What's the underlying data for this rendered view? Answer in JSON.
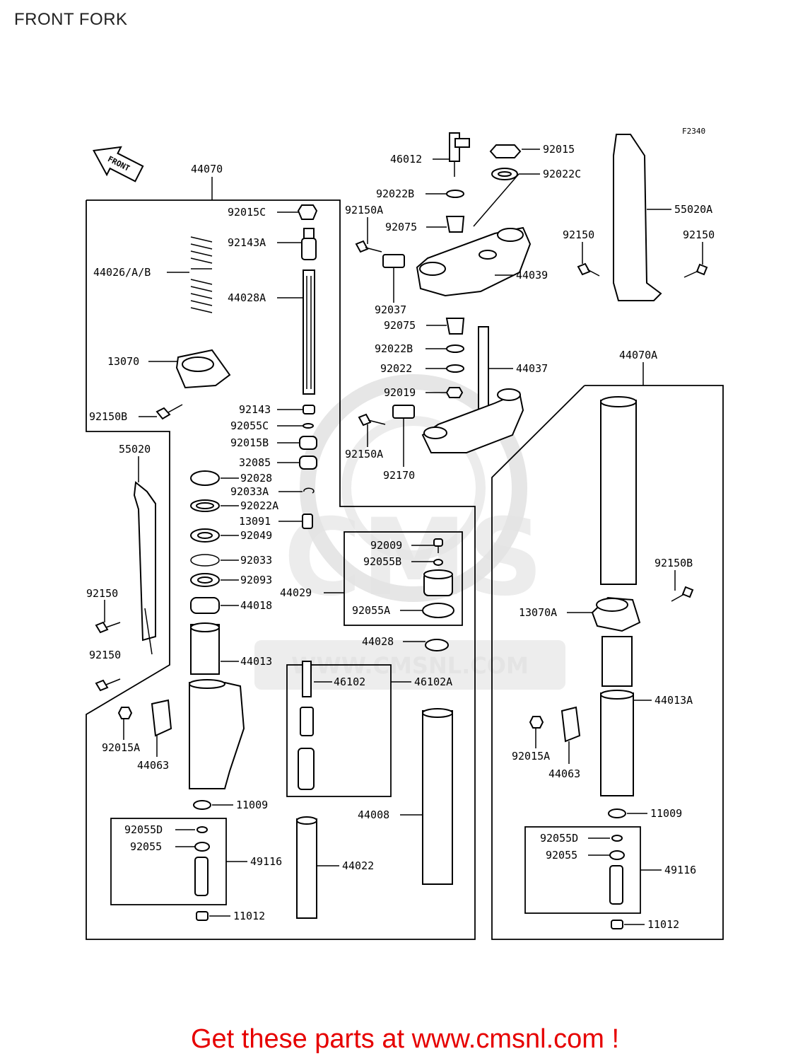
{
  "page": {
    "title": "FRONT FORK",
    "diagram_ref": "F2340",
    "footer": "Get these parts at www.cmsnl.com !",
    "watermark": "WWW.CMSNL.COM",
    "front_arrow": "FRONT",
    "colors": {
      "footer": "#e60000",
      "lines": "#000000",
      "watermark": "#e4e4e4"
    }
  },
  "labels": {
    "l_44070": "44070",
    "l_92015C": "92015C",
    "l_92143A": "92143A",
    "l_44026": "44026/A/B",
    "l_44028A": "44028A",
    "l_13070": "13070",
    "l_92150B_l": "92150B",
    "l_92143": "92143",
    "l_92055C": "92055C",
    "l_92015B": "92015B",
    "l_32085": "32085",
    "l_92028": "92028",
    "l_92033A": "92033A",
    "l_92022A": "92022A",
    "l_13091": "13091",
    "l_92049": "92049",
    "l_92033": "92033",
    "l_92093": "92093",
    "l_44018": "44018",
    "l_44013": "44013",
    "l_55020": "55020",
    "l_92150_a": "92150",
    "l_92150_b": "92150",
    "l_92015A_l": "92015A",
    "l_44063_l": "44063",
    "l_11009_l": "11009",
    "l_92055D_l": "92055D",
    "l_92055_l": "92055",
    "l_49116_l": "49116",
    "l_11012_l": "11012",
    "l_46012": "46012",
    "l_92015": "92015",
    "l_92022C": "92022C",
    "l_92022B_t": "92022B",
    "l_92150A_t": "92150A",
    "l_92075_t": "92075",
    "l_44039": "44039",
    "l_92037": "92037",
    "l_92075_m": "92075",
    "l_92022B_m": "92022B",
    "l_92022": "92022",
    "l_44037": "44037",
    "l_92019": "92019",
    "l_92150A_m": "92150A",
    "l_92170": "92170",
    "l_55020A": "55020A",
    "l_92150_r1": "92150",
    "l_92150_r2": "92150",
    "l_44070A": "44070A",
    "l_92009": "92009",
    "l_92055B": "92055B",
    "l_44029": "44029",
    "l_92055A": "92055A",
    "l_44028": "44028",
    "l_46102": "46102",
    "l_46102A": "46102A",
    "l_44008": "44008",
    "l_44022": "44022",
    "l_92150B_r": "92150B",
    "l_13070A": "13070A",
    "l_44013A": "44013A",
    "l_92015A_r": "92015A",
    "l_44063_r": "44063",
    "l_11009_r": "11009",
    "l_92055D_r": "92055D",
    "l_92055_r": "92055",
    "l_49116_r": "49116",
    "l_11012_r": "11012"
  }
}
